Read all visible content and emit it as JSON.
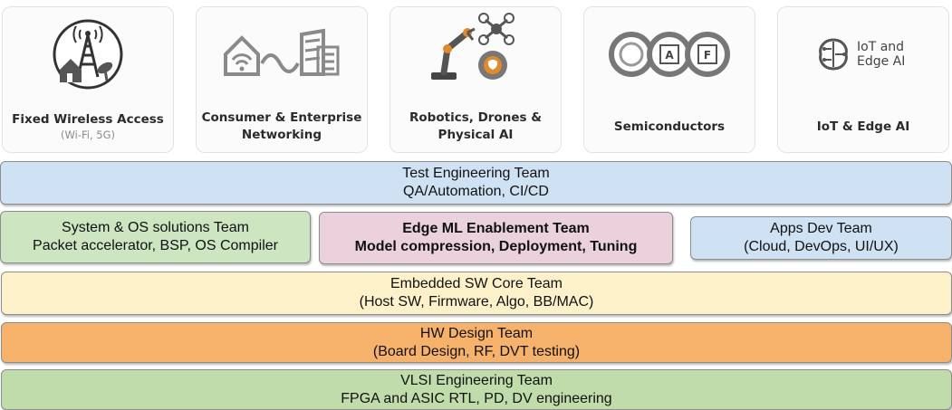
{
  "domains": [
    {
      "title": "Fixed Wireless Access",
      "subtitle": "(Wi-Fi, 5G)",
      "icon": "cell-tower-icon"
    },
    {
      "title": "Consumer & Enterprise Networking",
      "icon": "network-house-building-icon"
    },
    {
      "title": "Robotics, Drones & Physical AI",
      "icon": "robot-arm-drone-icon"
    },
    {
      "title": "Semiconductors",
      "icon": "chip-circles-icon",
      "chip_letters": [
        "A",
        "F"
      ]
    },
    {
      "title": "IoT & Edge AI",
      "icon": "brain-circuit-icon",
      "icon_text": "IoT and Edge AI"
    }
  ],
  "teams": {
    "test": {
      "name": "Test Engineering Team",
      "detail": "QA/Automation, CI/CD",
      "color": "#cfe2f3"
    },
    "system": {
      "name": "System & OS solutions Team",
      "detail": "Packet accelerator, BSP, OS Compiler",
      "color": "#cde5c0"
    },
    "edge_ml": {
      "name": "Edge ML Enablement Team",
      "detail": "Model compression, Deployment, Tuning",
      "color": "#ead1dc"
    },
    "apps": {
      "name": "Apps Dev Team",
      "detail": "(Cloud, DevOps, UI/UX)",
      "color": "#cfe2f3"
    },
    "embedded": {
      "name": "Embedded SW Core Team",
      "detail": "(Host SW, Firmware, Algo, BB/MAC)",
      "color": "#fdf1c9"
    },
    "hw": {
      "name": "HW Design Team",
      "detail": "(Board Design, RF, DVT testing)",
      "color": "#f6b26b"
    },
    "vlsi": {
      "name": "VLSI Engineering Team",
      "detail": "FPGA and ASIC RTL, PD, DV engineering",
      "color": "#bfdcaa"
    }
  }
}
